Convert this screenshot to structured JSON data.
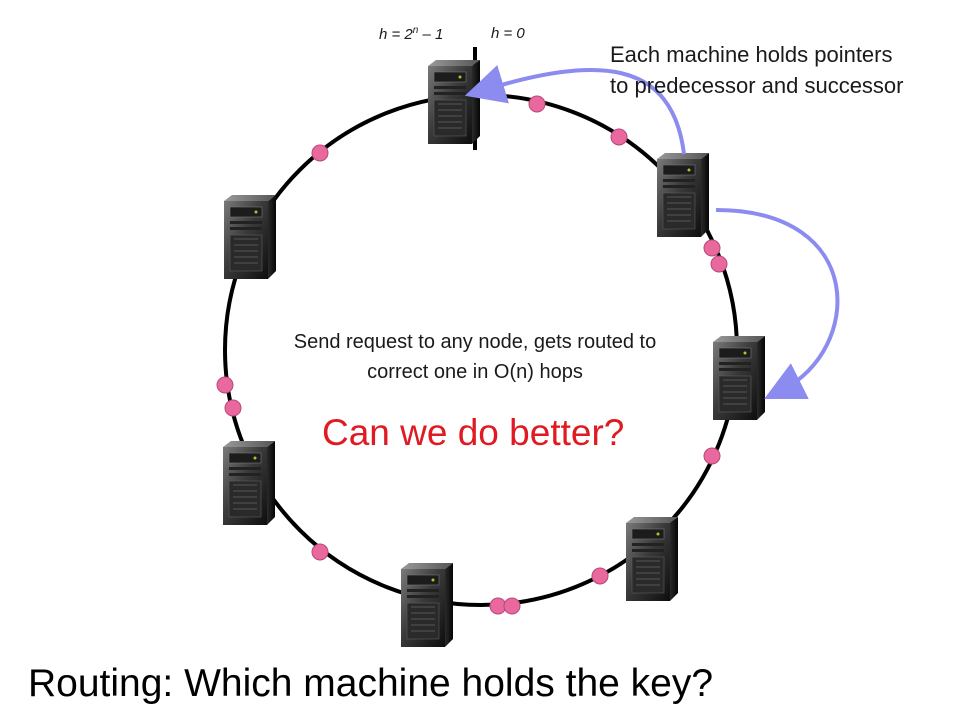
{
  "labels": {
    "hash_max_prefix": "h = 2",
    "hash_max_exp": "n",
    "hash_max_suffix": " – 1",
    "hash_zero": "h = 0"
  },
  "notes": {
    "pointers": "Each machine holds pointers to predecessor and successor",
    "routing": "Send request to any node, gets routed to correct one in O(n) hops"
  },
  "question": "Can we do better?",
  "title": "Routing: Which machine holds the key?",
  "colors": {
    "ring": "#000000",
    "key_dot": "#e9689e",
    "key_dot_stroke": "#b8487a",
    "arrow": "#8c8cf0",
    "question": "#e01a22"
  },
  "icons": [
    "server-icon",
    "arrow-icon"
  ]
}
